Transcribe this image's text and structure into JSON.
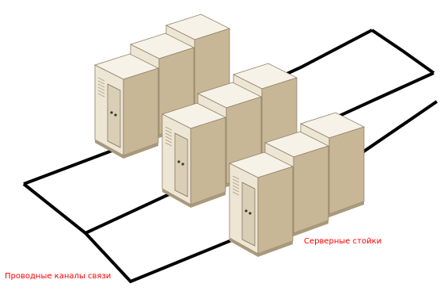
{
  "labels": {
    "server_racks": "Серверные стойки",
    "cable_channels": "Проводные каналы связи"
  },
  "colors": {
    "label_text": "#ff0000",
    "cable": "#000000",
    "rack_front": "#eee6d4",
    "rack_side": "#c8b796",
    "rack_top": "#f6f2e8"
  },
  "diagram": {
    "rack_rows": 3,
    "racks_per_row": 3,
    "cable_lines": 4,
    "icon": "server-rack-icon"
  }
}
